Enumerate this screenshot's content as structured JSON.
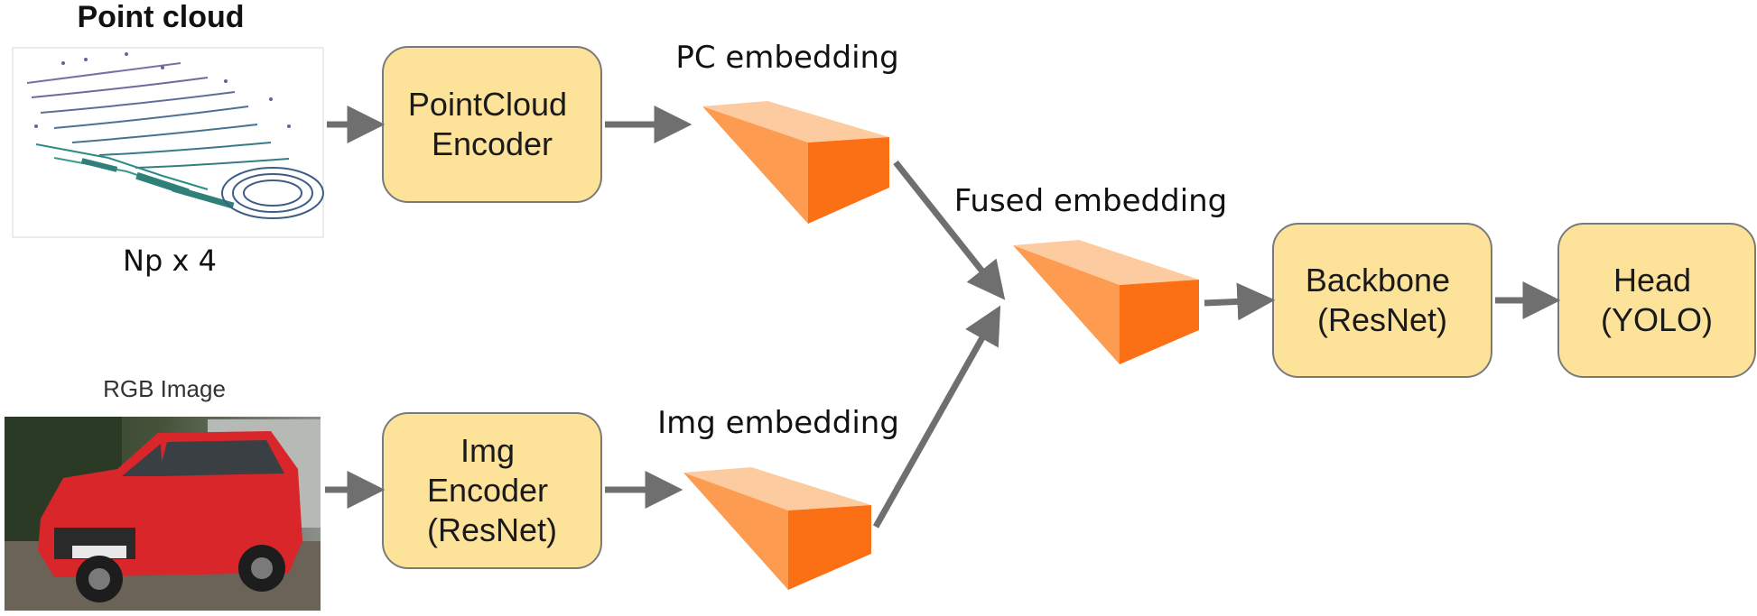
{
  "inputs": {
    "point_cloud": {
      "title": "Point cloud",
      "shape": "Np x 4"
    },
    "rgb_image": {
      "title": "RGB Image"
    }
  },
  "boxes": {
    "pointcloud_encoder": [
      "PointCloud",
      "Encoder"
    ],
    "img_encoder": [
      "Img",
      "Encoder",
      "(ResNet)"
    ],
    "backbone": [
      "Backbone",
      "(ResNet)"
    ],
    "head": [
      "Head",
      "(YOLO)"
    ]
  },
  "embeddings": {
    "pc": "PC embedding",
    "img": "Img embedding",
    "fused": "Fused embedding"
  },
  "colors": {
    "box_fill": "#fde39a",
    "box_stroke": "#7a7a7a",
    "arrow": "#6f6f6f",
    "prism_top": "#fccba0",
    "prism_front": "#fd9b50",
    "prism_side": "#fb7014",
    "car_body": "#d9262a"
  }
}
